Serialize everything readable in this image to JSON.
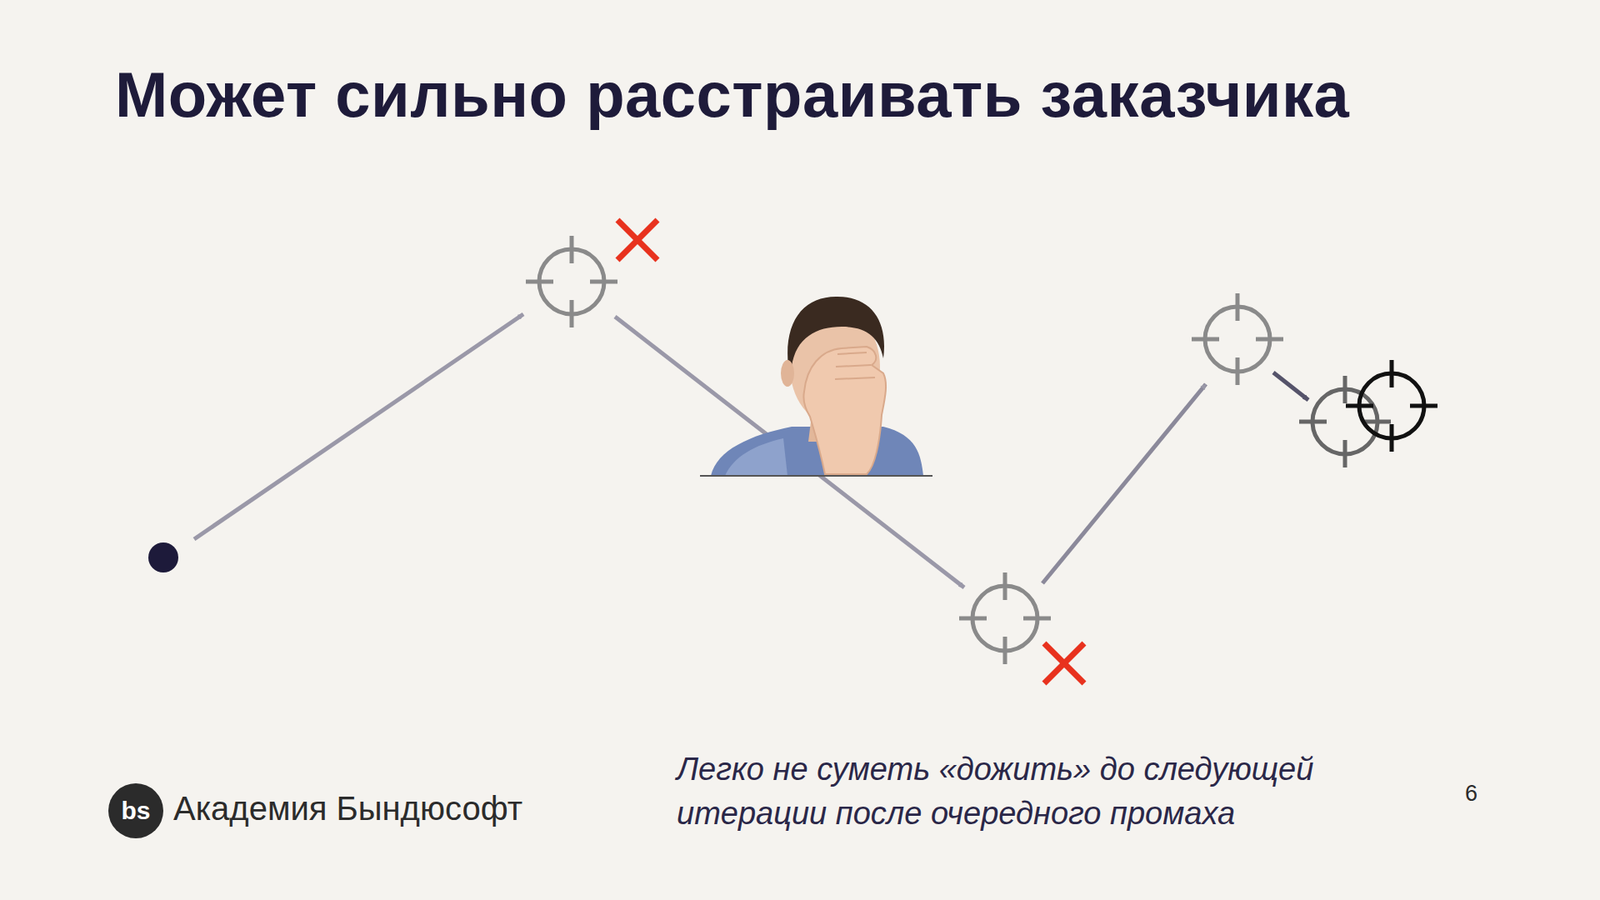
{
  "diagram": {
    "title": "Может сильно расстраивать заказчика",
    "caption": "Легко не суметь «дожить» до следующей итерации после очередного промаха",
    "labels": [
      "bs",
      "Академия Бындюсофт",
      "6"
    ]
  }
}
